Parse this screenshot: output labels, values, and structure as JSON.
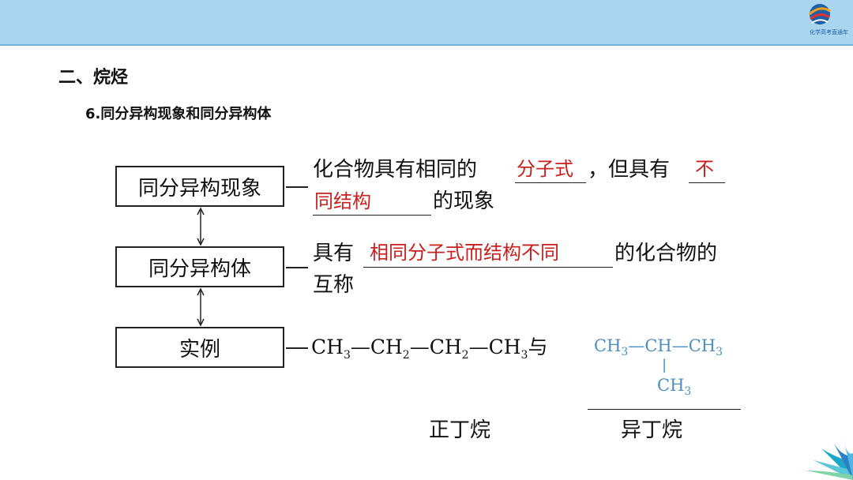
{
  "header": {
    "logo_text": "化学高考直通车"
  },
  "section_title": "二、烷烃",
  "subsection_title": "6.同分异构现象和同分异构体",
  "boxes": {
    "phenomenon": "同分异构现象",
    "isomer": "同分异构体",
    "example": "实例"
  },
  "phenomenon_def": {
    "part1": "化合物具有相同的",
    "blank1": "分子式",
    "part2": "，但具有",
    "blank2a": "不",
    "blank2b": "同结构",
    "part3": "的现象"
  },
  "isomer_def": {
    "part1": "具有",
    "blank": "相同分子式而结构不同",
    "part2": "的化合物的",
    "part3": "互称"
  },
  "example": {
    "n_butane": {
      "c1": "CH",
      "s1": "3",
      "b1": "—",
      "c2": "CH",
      "s2": "2",
      "b2": "—",
      "c3": "CH",
      "s3": "2",
      "b3": "—",
      "c4": "CH",
      "s4": "3"
    },
    "conj": "与",
    "isobutane": {
      "c1": "CH",
      "s1": "3",
      "b1": "—",
      "c2": "CH",
      "b2": "—",
      "c3": "CH",
      "s3": "3",
      "vbond": "|",
      "c4": "CH",
      "s4": "3"
    },
    "label_n": "正丁烷",
    "label_iso": "异丁烷"
  },
  "colors": {
    "answer": "#c8201e",
    "formula_blue": "#4a8ec3",
    "topbar": "#a9d5ee"
  }
}
